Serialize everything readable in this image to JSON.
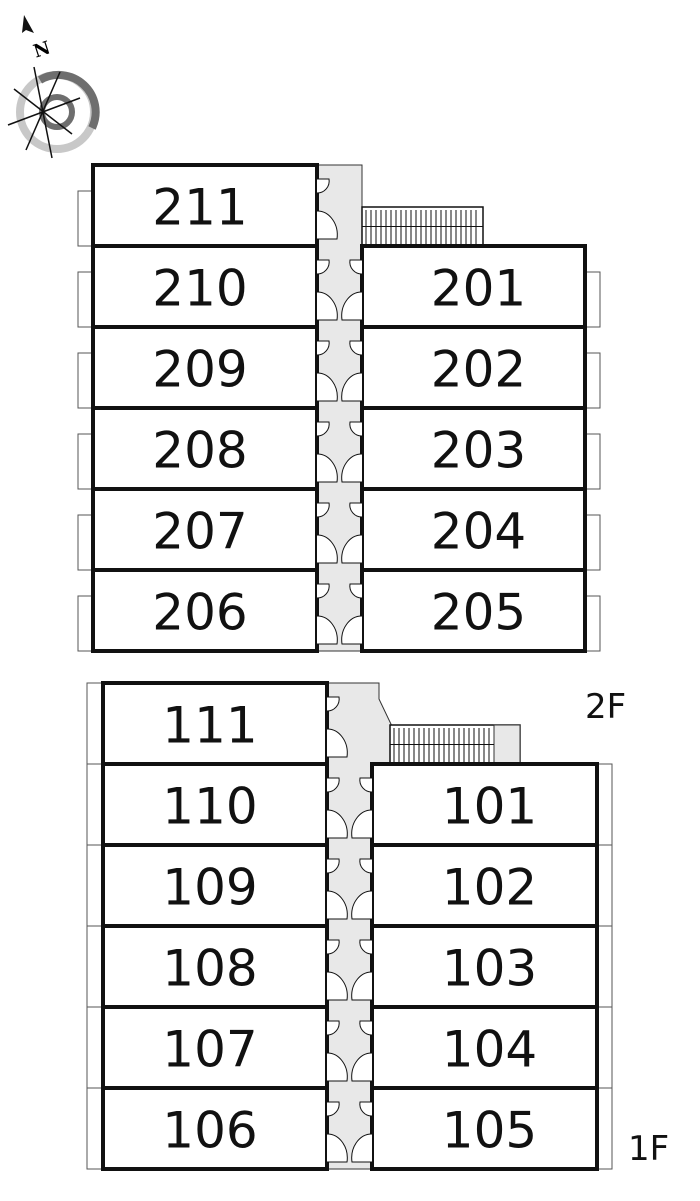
{
  "title": "Floor plan",
  "compass": {
    "icon": "compass-north-icon",
    "north_label": "N"
  },
  "colors": {
    "wall": "#111111",
    "corridor": "#e8e8e8",
    "ring_dark": "#6e6e6e",
    "ring_light": "#c8c8c8"
  },
  "floors": [
    {
      "label": "2F",
      "left_rooms": [
        "211",
        "210",
        "209",
        "208",
        "207",
        "206"
      ],
      "right_rooms": [
        "201",
        "202",
        "203",
        "204",
        "205"
      ]
    },
    {
      "label": "1F",
      "left_rooms": [
        "111",
        "110",
        "109",
        "108",
        "107",
        "106"
      ],
      "right_rooms": [
        "101",
        "102",
        "103",
        "104",
        "105"
      ]
    }
  ]
}
